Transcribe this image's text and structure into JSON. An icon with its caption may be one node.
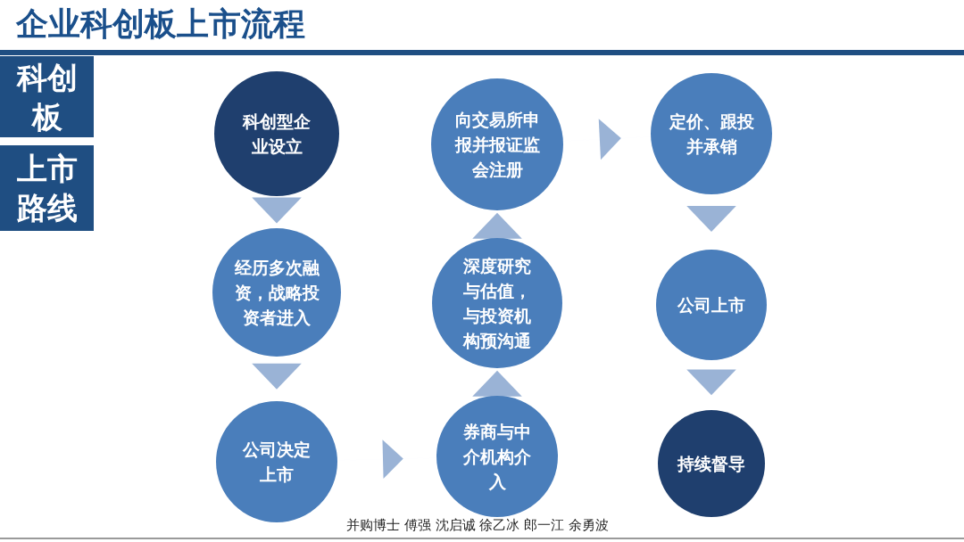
{
  "diagram": {
    "title": "企业科创板上市流程",
    "nodes": [
      {
        "text": [
          "科创板"
        ]
      },
      {
        "text": [
          "上市路线"
        ]
      },
      {
        "text": [
          "科创型企业设立"
        ]
      },
      {
        "text": [
          "经历多次融资，战略投资者进入"
        ]
      },
      {
        "text": [
          "公司决定上市"
        ]
      },
      {
        "text": [
          "券商与中介机构介入"
        ]
      },
      {
        "text": [
          "深度研究与估值，与投资机构预沟通"
        ]
      },
      {
        "text": [
          "向交易所申报并报证监会注册"
        ]
      },
      {
        "text": [
          "定价、跟投并承销"
        ]
      },
      {
        "text": [
          "公司上市"
        ]
      },
      {
        "text": [
          "持续督导"
        ]
      }
    ],
    "edges": [
      {
        "from": 2,
        "to": 3,
        "arrow": "to"
      },
      {
        "from": 3,
        "to": 4,
        "arrow": "to"
      },
      {
        "from": 4,
        "to": 5,
        "arrow": "to"
      },
      {
        "from": 5,
        "to": 6,
        "arrow": "to"
      },
      {
        "from": 6,
        "to": 7,
        "arrow": "to"
      },
      {
        "from": 7,
        "to": 8,
        "arrow": "to"
      },
      {
        "from": 8,
        "to": 9,
        "arrow": "to"
      },
      {
        "from": 9,
        "to": 10,
        "arrow": "to"
      }
    ],
    "labels": [
      "并购博士 傅强 沈启诚 徐乙冰 郎一江 余勇波"
    ]
  }
}
